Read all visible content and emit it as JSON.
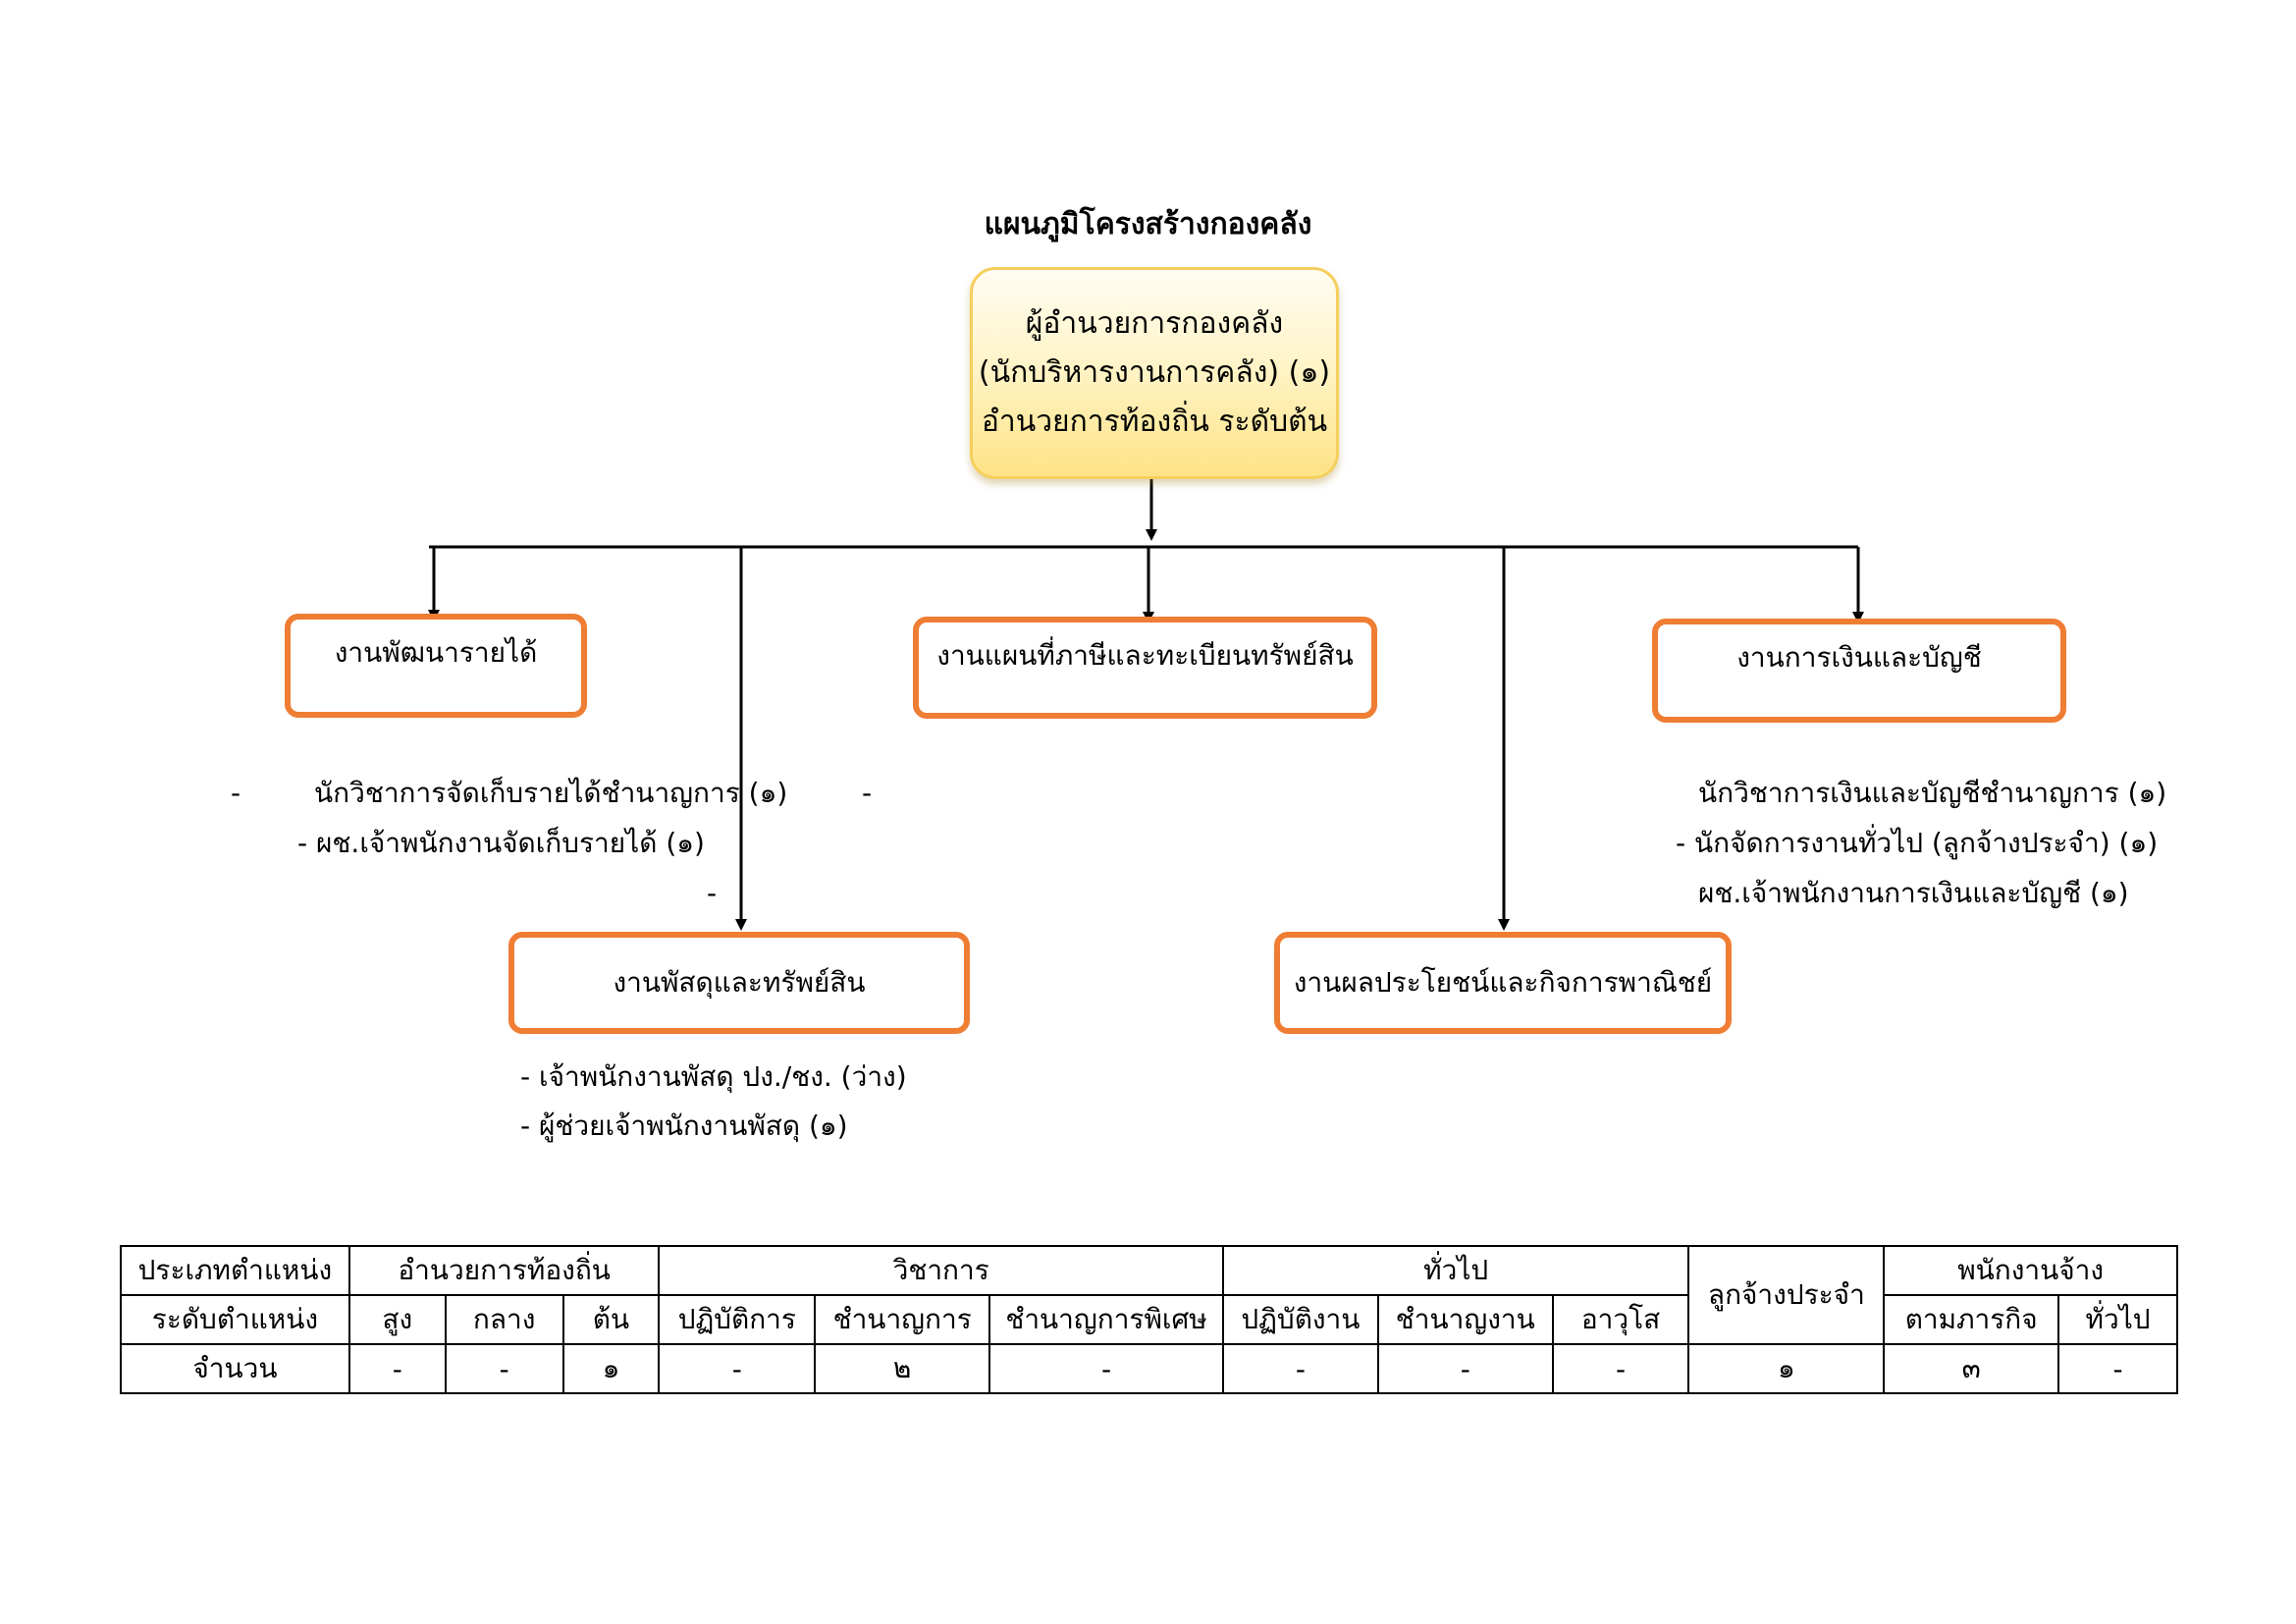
{
  "title": "แผนภูมิโครงสร้างกองคลัง",
  "head": {
    "line1": "ผู้อำนวยการกองคลัง",
    "line2": "(นักบริหารงานการคลัง) (๑)",
    "line3": "อำนวยการท้องถิ่น ระดับต้น"
  },
  "units": {
    "revenue": "งานพัฒนารายได้",
    "mapping": "งานแผนที่ภาษีและทะเบียนทรัพย์สิน",
    "finance": "งานการเงินและบัญชี",
    "supplies": "งานพัสดุและทรัพย์สิน",
    "commerce": "งานผลประโยชน์และกิจการพาณิชย์"
  },
  "staff": {
    "revenue_dash": "-",
    "revenue_1": "นักวิชาการจัดเก็บรายได้ชำนาญการ (๑)",
    "revenue_2": "- ผช.เจ้าพนักงานจัดเก็บรายได้ (๑)",
    "mapping_dash": "-",
    "revenue_3": "-",
    "finance_1": "นักวิชาการเงินและบัญชีชำนาญการ (๑)",
    "finance_2": "- นักจัดการงานทั่วไป  (ลูกจ้างประจำ) (๑)",
    "finance_3": "ผช.เจ้าพนักงานการเงินและบัญชี (๑)",
    "supplies_1": "- เจ้าพนักงานพัสดุ ปง./ชง. (ว่าง)",
    "supplies_2": "- ผู้ช่วยเจ้าพนักงานพัสดุ (๑)"
  },
  "summary": {
    "type_label": "ประเภทตำแหน่ง",
    "level_label": "ระดับตำแหน่ง",
    "count_label": "จำนวน",
    "groups": {
      "admin": "อำนวยการท้องถิ่น",
      "academic": "วิชาการ",
      "general": "ทั่วไป",
      "permanent": "ลูกจ้างประจำ",
      "employee": "พนักงานจ้าง"
    },
    "levels": [
      "สูง",
      "กลาง",
      "ต้น",
      "ปฏิบัติการ",
      "ชำนาญการ",
      "ชำนาญการพิเศษ",
      "ปฏิบัติงาน",
      "ชำนาญงาน",
      "อาวุโส",
      "ตามภารกิจ",
      "ทั่วไป"
    ],
    "counts": [
      "-",
      "-",
      "๑",
      "-",
      "๒",
      "-",
      "-",
      "-",
      "-",
      "๑",
      "๓",
      "-"
    ]
  }
}
